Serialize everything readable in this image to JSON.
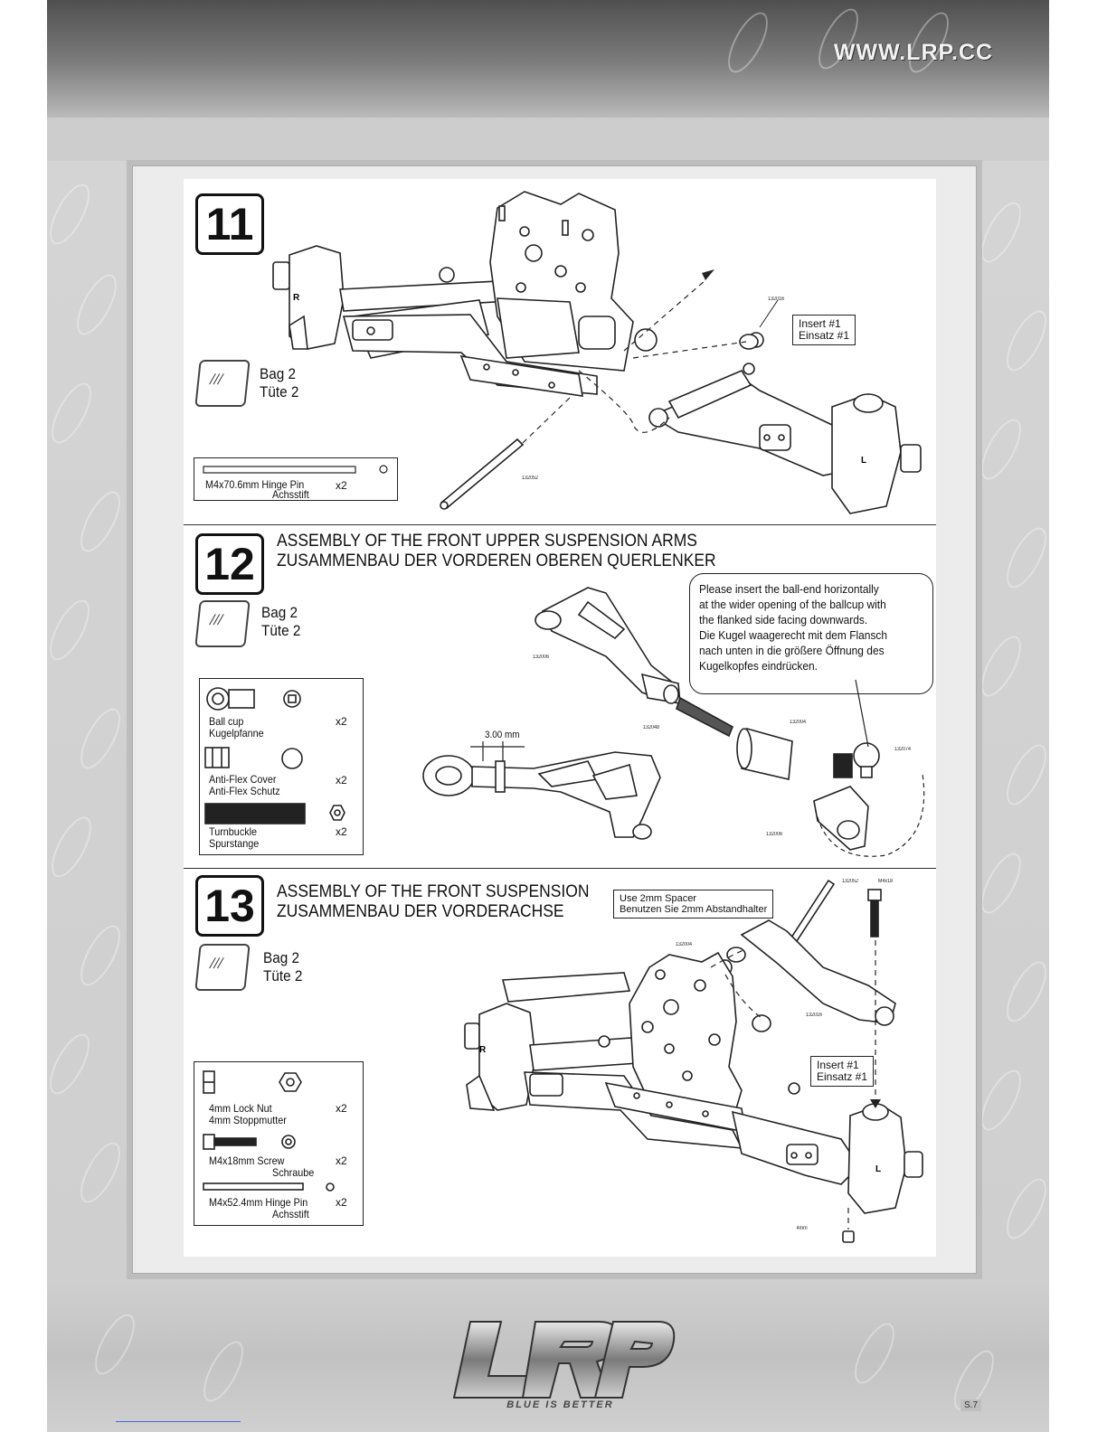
{
  "header": {
    "url": "WWW.LRP.CC"
  },
  "step11": {
    "number": "11",
    "bag": {
      "line1": "Bag 2",
      "line2": "Tüte 2"
    },
    "insert": {
      "line1": "Insert #1",
      "line2": "Einsatz #1"
    },
    "parts": [
      {
        "name": "M4x70.6mm Hinge Pin",
        "name_de": "Achsstift",
        "qty": "x2"
      }
    ],
    "part_numbers": {
      "a": "132016",
      "b": "132052"
    }
  },
  "step12": {
    "number": "12",
    "title_en": "ASSEMBLY OF THE FRONT UPPER SUSPENSION ARMS",
    "title_de": "ZUSAMMENBAU DER VORDEREN OBEREN QUERLENKER",
    "bag": {
      "line1": "Bag 2",
      "line2": "Tüte 2"
    },
    "note": [
      "Please insert the ball-end horizontally",
      "at the wider opening of the ballcup with",
      "the flanked side facing downwards.",
      "Die Kugel waagerecht mit dem Flansch",
      "nach unten in die größere Öffnung des",
      "Kugelkopfes eindrücken."
    ],
    "dimension": "3.00 mm",
    "parts": [
      {
        "name": "Ball cup",
        "name_de": "Kugelpfanne",
        "qty": "x2"
      },
      {
        "name": "Anti-Flex Cover",
        "name_de": "Anti-Flex Schutz",
        "qty": "x2"
      },
      {
        "name": "Turnbuckle",
        "name_de": "Spurstange",
        "qty": "x2"
      }
    ],
    "part_numbers": {
      "a": "132006",
      "b": "132048",
      "c": "132004",
      "d": "132074",
      "e": "132006"
    }
  },
  "step13": {
    "number": "13",
    "title_en": "ASSEMBLY OF THE FRONT SUSPENSION",
    "title_de": "ZUSAMMENBAU DER VORDERACHSE",
    "spacer": {
      "line1": "Use 2mm Spacer",
      "line2": "Benutzen Sie 2mm Abstandhalter"
    },
    "bag": {
      "line1": "Bag 2",
      "line2": "Tüte 2"
    },
    "insert": {
      "line1": "Insert #1",
      "line2": "Einsatz #1"
    },
    "parts": [
      {
        "name": "4mm Lock Nut",
        "name_de": "4mm Stoppmutter",
        "qty": "x2"
      },
      {
        "name": "M4x18mm Screw",
        "name_de": "Schraube",
        "qty": "x2"
      },
      {
        "name": "M4x52.4mm Hinge Pin",
        "name_de": "Achsstift",
        "qty": "x2"
      }
    ],
    "part_numbers": {
      "a": "132052",
      "b": "M4x18",
      "c": "132004",
      "d": "132016",
      "e": "4mm"
    }
  },
  "footer": {
    "logo": "LRP",
    "tagline": "BLUE IS BETTER",
    "page": "S.7"
  }
}
